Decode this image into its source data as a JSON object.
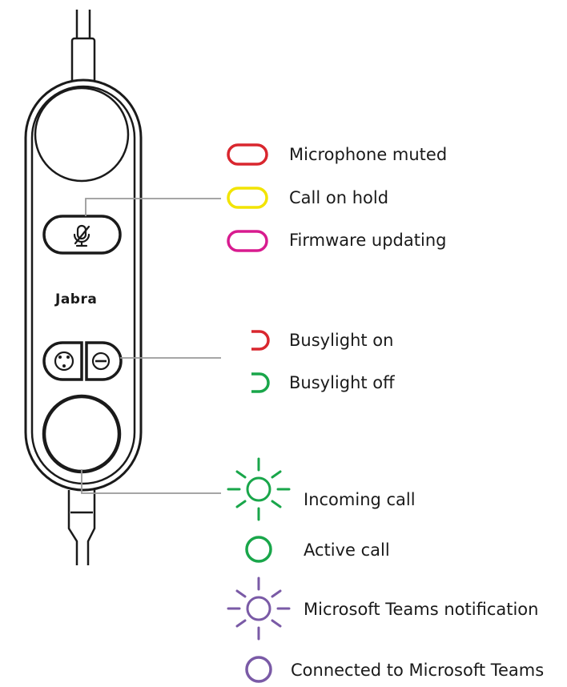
{
  "device": {
    "brand": "Jabra"
  },
  "colors": {
    "red": "#d9262e",
    "yellow": "#f2e400",
    "magenta": "#d81b8f",
    "green": "#19a64a",
    "purple": "#7a5aa6",
    "line": "#9a9a9a",
    "outline": "#1a1a1a"
  },
  "legend": {
    "mute_button": [
      {
        "label": "Microphone muted",
        "color": "red",
        "icon": "oval-light-icon"
      },
      {
        "label": "Call on hold",
        "color": "yellow",
        "icon": "oval-light-icon"
      },
      {
        "label": "Firmware updating",
        "color": "magenta",
        "icon": "oval-light-icon"
      }
    ],
    "busylight_button": [
      {
        "label": "Busylight on",
        "color": "red",
        "icon": "half-oval-light-icon"
      },
      {
        "label": "Busylight off",
        "color": "green",
        "icon": "half-oval-light-icon"
      }
    ],
    "call_button": [
      {
        "label": "Incoming call",
        "color": "green",
        "icon": "flashing-ring-light-icon"
      },
      {
        "label": "Active call",
        "color": "green",
        "icon": "ring-light-icon"
      },
      {
        "label": "Microsoft Teams notification",
        "color": "purple",
        "icon": "flashing-ring-light-icon"
      },
      {
        "label": "Connected to Microsoft Teams",
        "color": "purple",
        "icon": "ring-light-icon"
      }
    ]
  }
}
